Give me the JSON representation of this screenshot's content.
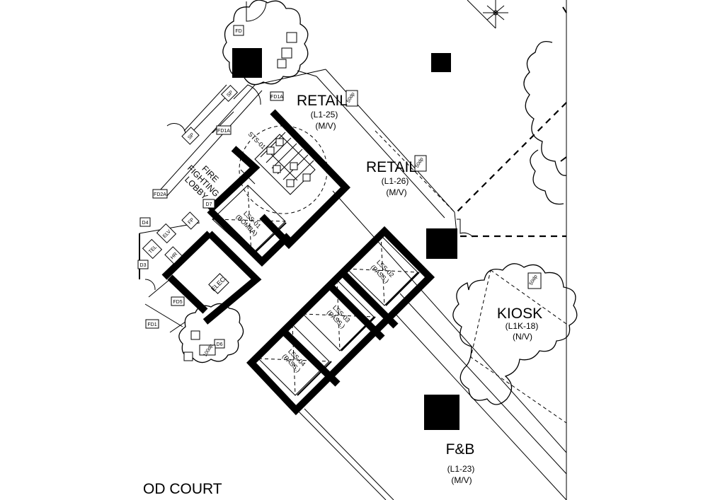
{
  "rooms": {
    "retail_a": {
      "name": "RETAIL",
      "code": "(L1-25)",
      "note": "(M/V)"
    },
    "retail_b": {
      "name": "RETAIL",
      "code": "(L1-26)",
      "note": "(M/V)"
    },
    "kiosk": {
      "name": "KIOSK",
      "code": "(L1K-18)",
      "note": "(N/V)"
    },
    "fnb": {
      "name": "F&B",
      "code": "(L1-23)",
      "note": "(M/V)"
    },
    "food_court": {
      "name": "OD COURT"
    },
    "lobby": {
      "line1": "FIRE",
      "line2": "FIGHTING",
      "line3": "LOBBY"
    }
  },
  "lifts": [
    {
      "id": "LSS-01",
      "type": "(BOMBA)"
    },
    {
      "id": "LSS-02",
      "type": "(PASS.)"
    },
    {
      "id": "LSS-03",
      "type": "(PASS.)"
    },
    {
      "id": "LSS-04",
      "type": "(PASS.)"
    }
  ],
  "tags": {
    "stair": "STS-01",
    "elec": "ELEC.",
    "hr": "HR",
    "tel": "TEL",
    "elv": "ELV",
    "fd": "FD",
    "fd1a_a": "FD1A",
    "fd1a_b": "FD1A",
    "fd2a": "FD2A",
    "fd5": "FD5",
    "fd1": "FD1",
    "d7": "D7",
    "d6": "D6",
    "d4": "D4",
    "d3": "D3",
    "fp": "FP",
    "sp": "SP",
    "dp_a": "50dp",
    "dp_b": "50dp",
    "dp_c": "50dp",
    "dp_d": "100dp"
  },
  "colors": {
    "ink": "#000000",
    "paper": "#ffffff"
  }
}
